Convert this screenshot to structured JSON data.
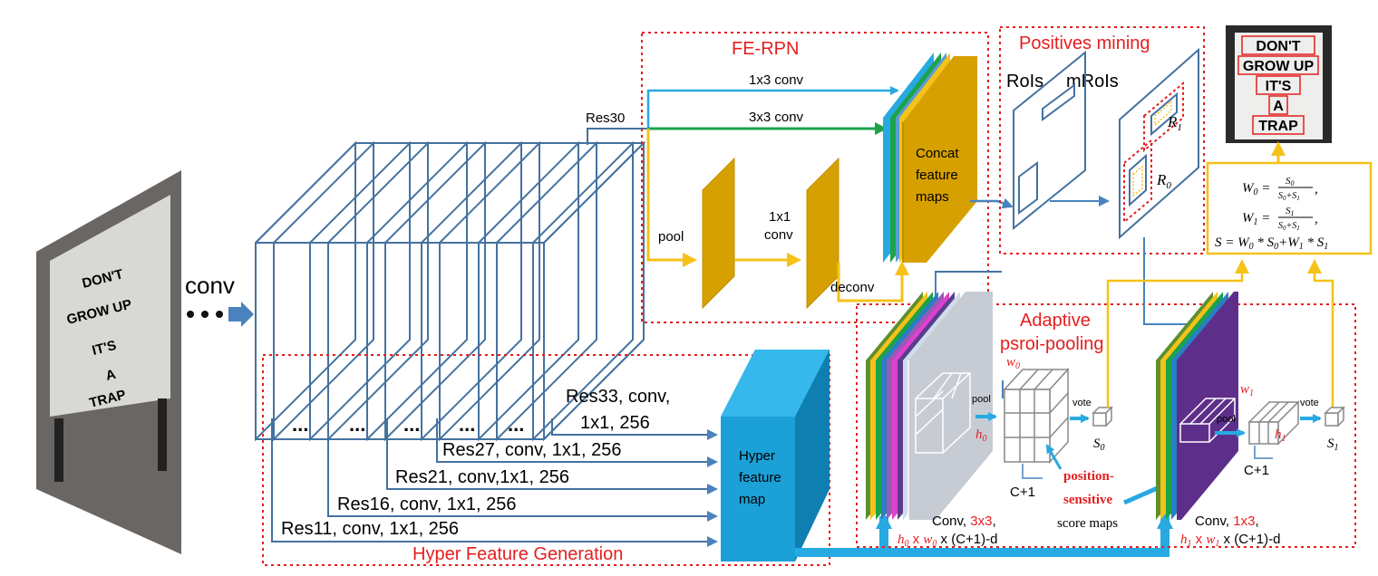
{
  "input": {
    "caption": "conv",
    "sign_lines": [
      "DON'T",
      "GROW UP",
      "IT'S",
      "A",
      "TRAP"
    ]
  },
  "output": {
    "sign_lines": [
      "DON'T",
      "GROW UP",
      "IT'S",
      "A",
      "TRAP"
    ]
  },
  "backbone": {
    "res30": "Res30",
    "dots": "...",
    "taps": [
      {
        "label": "Res33, conv,"
      },
      {
        "label": "1x1, 256"
      },
      {
        "label": "Res27, conv, 1x1, 256"
      },
      {
        "label": "Res21, conv,1x1, 256"
      },
      {
        "label": "Res16, conv, 1x1, 256"
      },
      {
        "label": "Res11, conv, 1x1, 256"
      }
    ]
  },
  "fe_rpn": {
    "title": "FE-RPN",
    "conv1x3": "1x3 conv",
    "conv3x3": "3x3 conv",
    "pool": "pool",
    "conv1x1_a": "1x1",
    "conv1x1_b": "conv",
    "deconv": "deconv",
    "concat": [
      "Concat",
      "feature",
      "maps"
    ]
  },
  "positives_mining": {
    "title": "Positives mining",
    "rois": "RoIs",
    "mrois": "mRoIs",
    "r1": "R",
    "r1_sub": "1",
    "r0": "R",
    "r0_sub": "0"
  },
  "weights": {
    "w0_lhs": "W",
    "w0_sub": "0",
    "w1_lhs": "W",
    "w1_sub": "1",
    "s_line": "S = W",
    "frac0_num": "S",
    "frac0_num_sub": "0",
    "frac0_den": "S",
    "frac1_num": "S",
    "frac1_num_sub": "1",
    "frac_den_a": "0",
    "frac_den_b": "+S",
    "frac_den_c": "1",
    "s_rest_a": "* S",
    "s_rest_b": "+W",
    "s_rest_c": "* S"
  },
  "hyper": {
    "title": "Hyper Feature Generation",
    "map_label": [
      "Hyper",
      "feature",
      "map"
    ]
  },
  "adaptive": {
    "title_1": "Adaptive",
    "title_2": "psroi-pooling",
    "pool_left": "pool",
    "pool_right": "pool",
    "vote_left": "vote",
    "vote_right": "vote",
    "c_plus_1_left": "C+1",
    "c_plus_1_right": "C+1",
    "s0": "S",
    "s1": "S",
    "w0": "w",
    "h0": "h",
    "w1": "w",
    "h1": "h",
    "sub0": "0",
    "sub1": "1",
    "ps_1": "position-",
    "ps_2": "sensitive",
    "ps_3": "score maps",
    "conv_left_a": "Conv, ",
    "conv_left_b": "3x3",
    "conv_left_c": ",",
    "conv_right_a": "Conv, ",
    "conv_right_b": "1x3",
    "conv_right_c": ",",
    "dim_left_tail": " x (C+1)-d",
    "dim_right_tail": " x (C+1)-d",
    "x_sep": " x "
  },
  "colors": {
    "blue_arrow": "#27a9e1",
    "green_arrow": "#1ca34a",
    "gold": "#d6a000",
    "gold_line": "#f5c218",
    "box_line": "#4472a0",
    "dotted_red": "#e41e1e",
    "purple": "#5e2f8a",
    "hyper_blue": "#1ca0d8"
  }
}
